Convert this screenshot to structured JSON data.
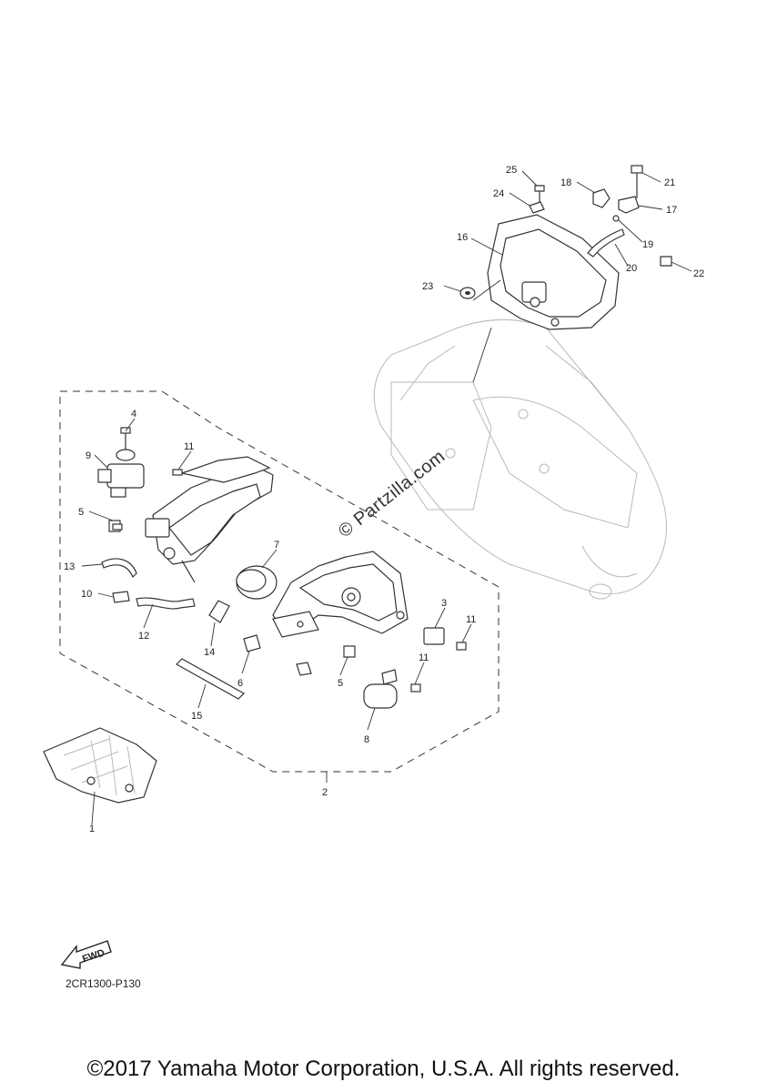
{
  "diagram": {
    "callouts": [
      "1",
      "2",
      "3",
      "4",
      "5",
      "5",
      "6",
      "7",
      "8",
      "9",
      "10",
      "11",
      "11",
      "11",
      "12",
      "13",
      "14",
      "15",
      "16",
      "17",
      "18",
      "19",
      "20",
      "21",
      "22",
      "23",
      "24",
      "25"
    ],
    "fwd_label": "FWD",
    "diagram_code": "2CR1300-P130",
    "watermark": "© Partzilla.com",
    "copyright": "©2017 Yamaha Motor Corporation, U.S.A. All rights reserved."
  }
}
